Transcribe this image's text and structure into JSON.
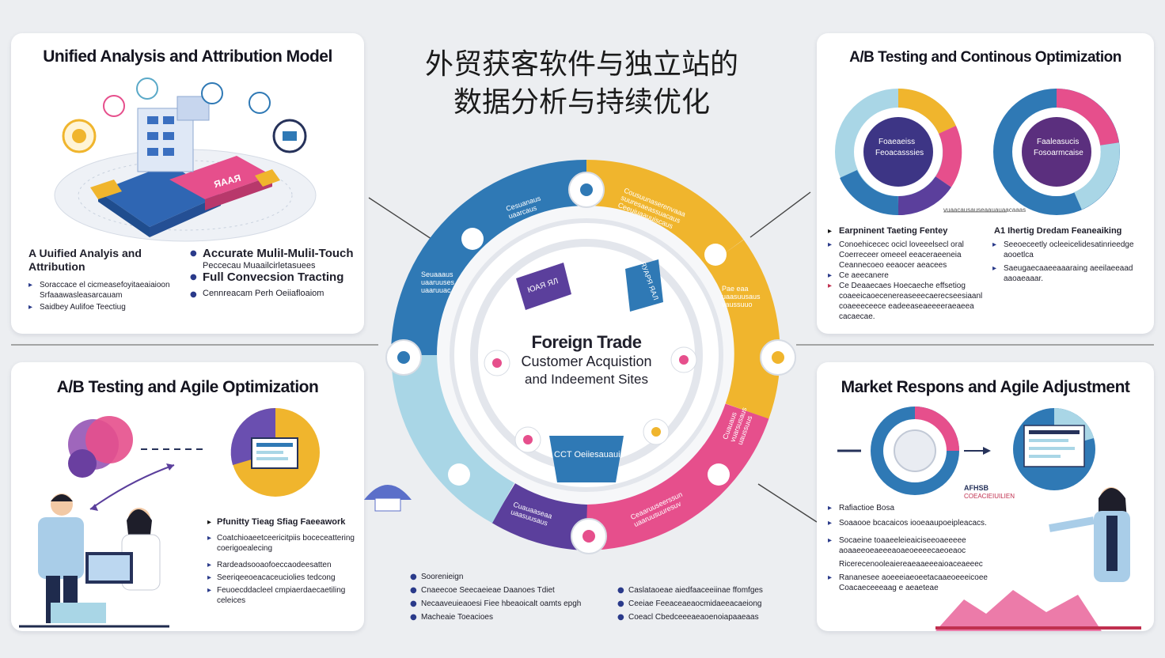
{
  "header": {
    "line1": "外贸获客软件与独立站的",
    "line2": "数据分析与持续优化"
  },
  "colors": {
    "blue": "#2f79b5",
    "yellow": "#f0b52d",
    "pink": "#e64f8c",
    "purple": "#5b3f9c",
    "lightblue": "#a9d6e6",
    "navy": "#26325a"
  },
  "center": {
    "line1": "Foreign Trade",
    "line2": "Customer Acquistion",
    "line3": "and Indeement Sites",
    "banner_left": "ЮАЯ ЯЛ",
    "banner_right": "ЯУАРЯ ЯАЛ",
    "bottom_band": "CCT Oeiiesauaui",
    "segments": {
      "top": "Cesuanaus\nuaarcaus",
      "right_top": "Cousuunaserenvaaa\nsuuresaeassuacaus\nCeeuiuaauuiscaus",
      "right": "Pae eaa\nuaasuusaus\nvaussuuo",
      "right_bottom": "Cuauaus\nvuarsusaus\nuaussuus",
      "bottom_right": "Ceaaruuseerssun\nuaaruusuuresuv",
      "bottom_left": "Cuauaaseaa\nuaasuusaus",
      "left": "Seuaaaus\nuaaruuses\nuaaruuac"
    }
  },
  "card_tl": {
    "title": "Unified Analysis and Attribution Model",
    "box_label": "ЯAAЯ",
    "left_heading_1": "A Uuified Analyis and",
    "left_heading_2": "Attribution",
    "left_bullets": [
      "Soraccace el cicmeasefoyitaeaiaioon",
      "Saidbey Aulifoe Teectiug"
    ],
    "left_sub": "Srfaaawasleasarcauam",
    "right_line1": "Accurate MuliI-MuliI-Touch",
    "right_line2": "Peccecau Muaailcirletasuees",
    "right_line3": "Full Convecsion Tracting",
    "right_line4": "Cennreacam Perh Oeiiafloaiom"
  },
  "card_tr": {
    "title": "A/B Testing and Continous Optimization",
    "donut1_label_1": "Foaeaeiss",
    "donut1_label_2": "Feoacasssies",
    "donut2_label_1": "Faaleasucis",
    "donut2_label_2": "Fosoarmcaise",
    "axis_caption": "vuaacausauseaauauaacaaas",
    "col1_heading": "Earpninent Taeting Fentey",
    "col1_items": [
      "Conoehicecec ocicl loveeelsecl oral",
      "Coerreceer omeeel eeaceraeeneia",
      "Ceannecoeo eeaocer aeacees",
      "Ce aeecanere",
      "Ce Deaaecaes Hoecaeche effsetiog",
      "coaeeicaoecenereaseeecaerecseesiaanl",
      "coaeeeceece eadeeaseaeeeeraeaeea",
      "cacaecae."
    ],
    "col2_heading": "A1 Ihertig Dredam Feaneaiking",
    "col2_items": [
      "Seeoeceetly ocleeicelidesatinrieedge",
      "aooetlca",
      "Saeugaecaaeeaaaraing aeeilaeeaad",
      "aaoaeaaar."
    ]
  },
  "card_bl": {
    "title": "A/B Testing and Agile Optimization",
    "heading": "Pfunitty Tieag Sfiag Faeeawork",
    "items": [
      "Coatchioaeetceericitpiis boceceattering",
      "coerigoealecing",
      "Rardeadsooaofoeccaodeesatten",
      "Seeriqeeoeacaceuciolies tedcong",
      "Feuoecddacleel cmpiaerdaecaetiling",
      "celeices"
    ]
  },
  "card_br": {
    "title": "Market Respons and Agile Adjustment",
    "tag_top": "AFHSB",
    "tag_bottom": "COEACIEIUILIEN",
    "items": [
      "Rafiactioe Bosa",
      "Soaaooe bcacaicos iooeaaupoeipleacacs.",
      "Socaeine toaaeeleieaiciseeoaeeeee",
      "aoaaeeoeaeeeaoaeoeeeecaeoeaoc",
      "Ricerecenooleaiereaeaaeeeaioaceaeeec",
      "Rananesee aoeeeiaeoeetacaaeoeeeicoee",
      "Coacaeceeeaag e aeaeteae"
    ]
  },
  "bottom_center": {
    "col1": [
      "Soorenieign",
      "Cnaeecoe Seecaeieae Daanoes Tdiet",
      "Necaaveuieaoesi Fiee hbeaoicalt oamts epgh",
      "Macheaie Toeacioes"
    ],
    "col2": [
      "Caslataoeae aiedfaaceeiinae ffomfges",
      "Ceeiae Feeaceaeaocmidaeeacaeiong",
      "Coeacl Cbedceeeaeaoenoiapaaeaas"
    ]
  }
}
